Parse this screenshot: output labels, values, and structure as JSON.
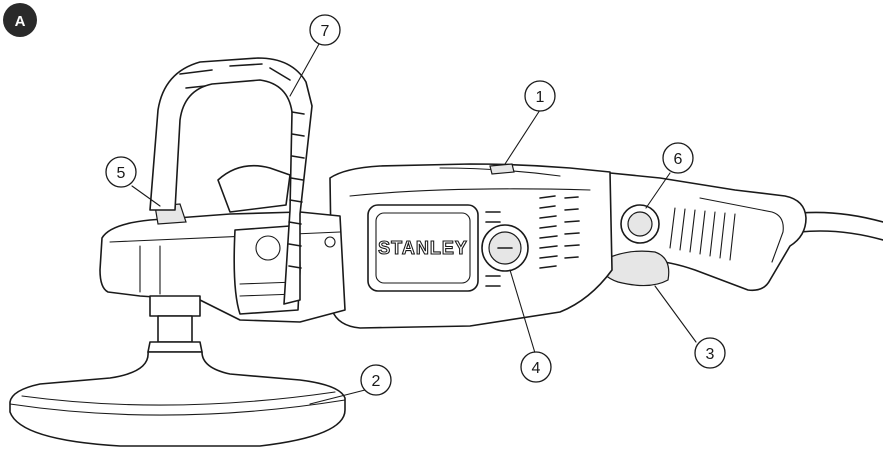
{
  "figure": {
    "badge_label": "A",
    "badge_color": "#1a1a1a",
    "brand_label": "STANLEY"
  },
  "callouts": [
    {
      "number": "1"
    },
    {
      "number": "2"
    },
    {
      "number": "3"
    },
    {
      "number": "4"
    },
    {
      "number": "5"
    },
    {
      "number": "6"
    },
    {
      "number": "7"
    }
  ]
}
